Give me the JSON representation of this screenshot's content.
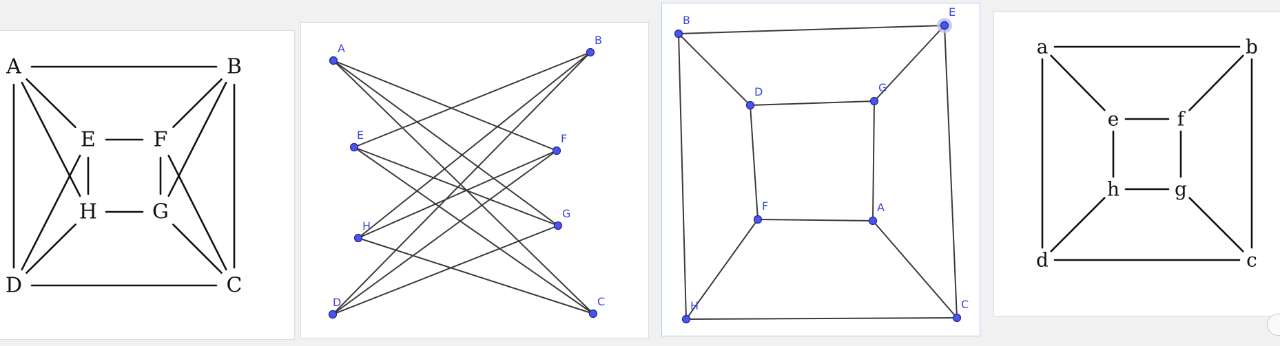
{
  "panels": [
    {
      "id": "serif-square",
      "style": "serif",
      "nodes": [
        {
          "label": "A"
        },
        {
          "label": "B"
        },
        {
          "label": "E"
        },
        {
          "label": "F"
        },
        {
          "label": "H"
        },
        {
          "label": "G"
        },
        {
          "label": "D"
        },
        {
          "label": "C"
        }
      ],
      "edges": [
        [
          "A",
          "B"
        ],
        [
          "A",
          "D"
        ],
        [
          "B",
          "C"
        ],
        [
          "D",
          "C"
        ],
        [
          "E",
          "F"
        ],
        [
          "H",
          "G"
        ],
        [
          "E",
          "H"
        ],
        [
          "F",
          "G"
        ],
        [
          "A",
          "E"
        ],
        [
          "A",
          "H"
        ],
        [
          "B",
          "F"
        ],
        [
          "B",
          "G"
        ],
        [
          "D",
          "E"
        ],
        [
          "D",
          "H"
        ],
        [
          "C",
          "F"
        ],
        [
          "C",
          "G"
        ]
      ]
    },
    {
      "id": "bipartite",
      "style": "geogebra",
      "nodes": [
        {
          "label": "A"
        },
        {
          "label": "E"
        },
        {
          "label": "H"
        },
        {
          "label": "D"
        },
        {
          "label": "B"
        },
        {
          "label": "F"
        },
        {
          "label": "G"
        },
        {
          "label": "C"
        }
      ],
      "edges": [
        [
          "A",
          "F"
        ],
        [
          "A",
          "G"
        ],
        [
          "A",
          "C"
        ],
        [
          "E",
          "B"
        ],
        [
          "E",
          "G"
        ],
        [
          "E",
          "C"
        ],
        [
          "H",
          "B"
        ],
        [
          "H",
          "F"
        ],
        [
          "H",
          "C"
        ],
        [
          "D",
          "B"
        ],
        [
          "D",
          "F"
        ],
        [
          "D",
          "G"
        ]
      ]
    },
    {
      "id": "cube-drawing",
      "style": "geogebra",
      "nodes": [
        {
          "label": "B"
        },
        {
          "label": "E"
        },
        {
          "label": "D"
        },
        {
          "label": "G"
        },
        {
          "label": "F"
        },
        {
          "label": "A"
        },
        {
          "label": "H"
        },
        {
          "label": "C"
        }
      ],
      "edges": [
        [
          "B",
          "E"
        ],
        [
          "E",
          "C"
        ],
        [
          "C",
          "H"
        ],
        [
          "H",
          "B"
        ],
        [
          "D",
          "G"
        ],
        [
          "G",
          "A"
        ],
        [
          "A",
          "F"
        ],
        [
          "F",
          "D"
        ],
        [
          "B",
          "D"
        ],
        [
          "E",
          "G"
        ],
        [
          "C",
          "A"
        ],
        [
          "H",
          "F"
        ]
      ]
    },
    {
      "id": "lowercase-square",
      "style": "serif",
      "nodes": [
        {
          "label": "a"
        },
        {
          "label": "b"
        },
        {
          "label": "e"
        },
        {
          "label": "f"
        },
        {
          "label": "h"
        },
        {
          "label": "g"
        },
        {
          "label": "d"
        },
        {
          "label": "c"
        }
      ],
      "edges": [
        [
          "a",
          "b"
        ],
        [
          "b",
          "c"
        ],
        [
          "c",
          "d"
        ],
        [
          "d",
          "a"
        ],
        [
          "e",
          "f"
        ],
        [
          "f",
          "g"
        ],
        [
          "g",
          "h"
        ],
        [
          "h",
          "e"
        ],
        [
          "a",
          "e"
        ],
        [
          "b",
          "f"
        ],
        [
          "c",
          "g"
        ],
        [
          "d",
          "h"
        ]
      ]
    }
  ],
  "colors": {
    "edge": "#3a3a3a",
    "serif_edge": "#111111",
    "vertex_fill": "#4a55ee",
    "vertex_stroke": "#1d238a",
    "label_blue": "#3a46e0",
    "selected_halo": "#b9bdf2"
  }
}
